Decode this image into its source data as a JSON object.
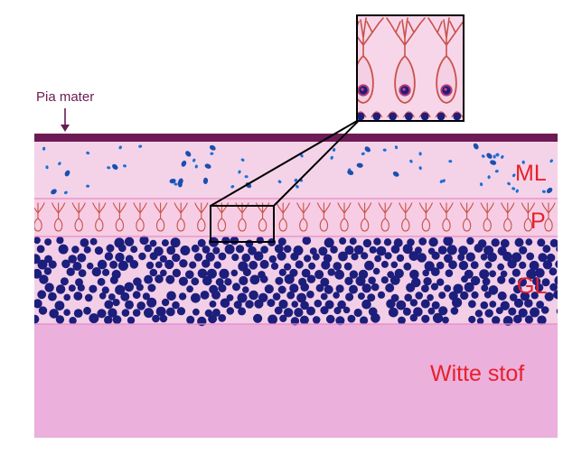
{
  "labels": {
    "pia_mater": "Pia mater",
    "molecular_layer": "ML",
    "purkinje_layer": "P",
    "granular_layer": "GL",
    "white_matter": "Witte stof"
  },
  "colors": {
    "label_red": "#e8202a",
    "pia_text": "#6a1a52",
    "pia_band": "#6e1a55",
    "molecular_bg": "#f4d3e8",
    "purkinje_bg": "#f6cde4",
    "layer_line": "#e88ac8",
    "granular_bg": "#f2cfe6",
    "white_matter_bg": "#ebb0dc",
    "granule_cell": "#1c1e7c",
    "stellate_dot": "#1a6fd8",
    "neuron_outline": "#c8524a",
    "inset_bg": "#f7d6ea",
    "frame": "#000000"
  },
  "icons": {
    "pia_arrow": "arrow-down-icon",
    "purkinje_cell": "purkinje-neuron-icon",
    "granule_cell": "granule-dot-icon"
  }
}
